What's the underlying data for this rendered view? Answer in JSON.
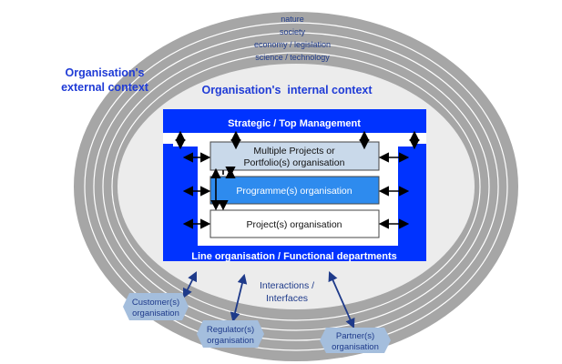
{
  "context_layers": [
    "nature",
    "society",
    "economy / legislation",
    "science / technology"
  ],
  "external_context": [
    "Organisation's",
    "external context"
  ],
  "internal_context": "Organisation's  internal context",
  "top_management": "Strategic / Top Management",
  "boxes": {
    "portfolio": [
      "Multiple Projects or",
      "Portfolio(s) organisation"
    ],
    "programme": "Programme(s) organisation",
    "project": "Project(s) organisation"
  },
  "line_organisation": "Line organisation / Functional departments",
  "interactions": [
    "Interactions /",
    "Interfaces"
  ],
  "stakeholders": {
    "customer": [
      "Customer(s)",
      "organisation"
    ],
    "regulator": [
      "Regulator(s)",
      "organisation"
    ],
    "partner": [
      "Partner(s)",
      "organisation"
    ]
  },
  "colors": {
    "ring": "#a6a6a6",
    "ring_line": "#ffffff",
    "inner": "#ececec",
    "blue": "#0033ff",
    "light_blue_box": "#c9d9ea",
    "programme_box": "#2e8bee",
    "stakeholder": "#a4bedd",
    "heading_text": "#1f3bd6",
    "body_text": "#1e3a8a"
  }
}
